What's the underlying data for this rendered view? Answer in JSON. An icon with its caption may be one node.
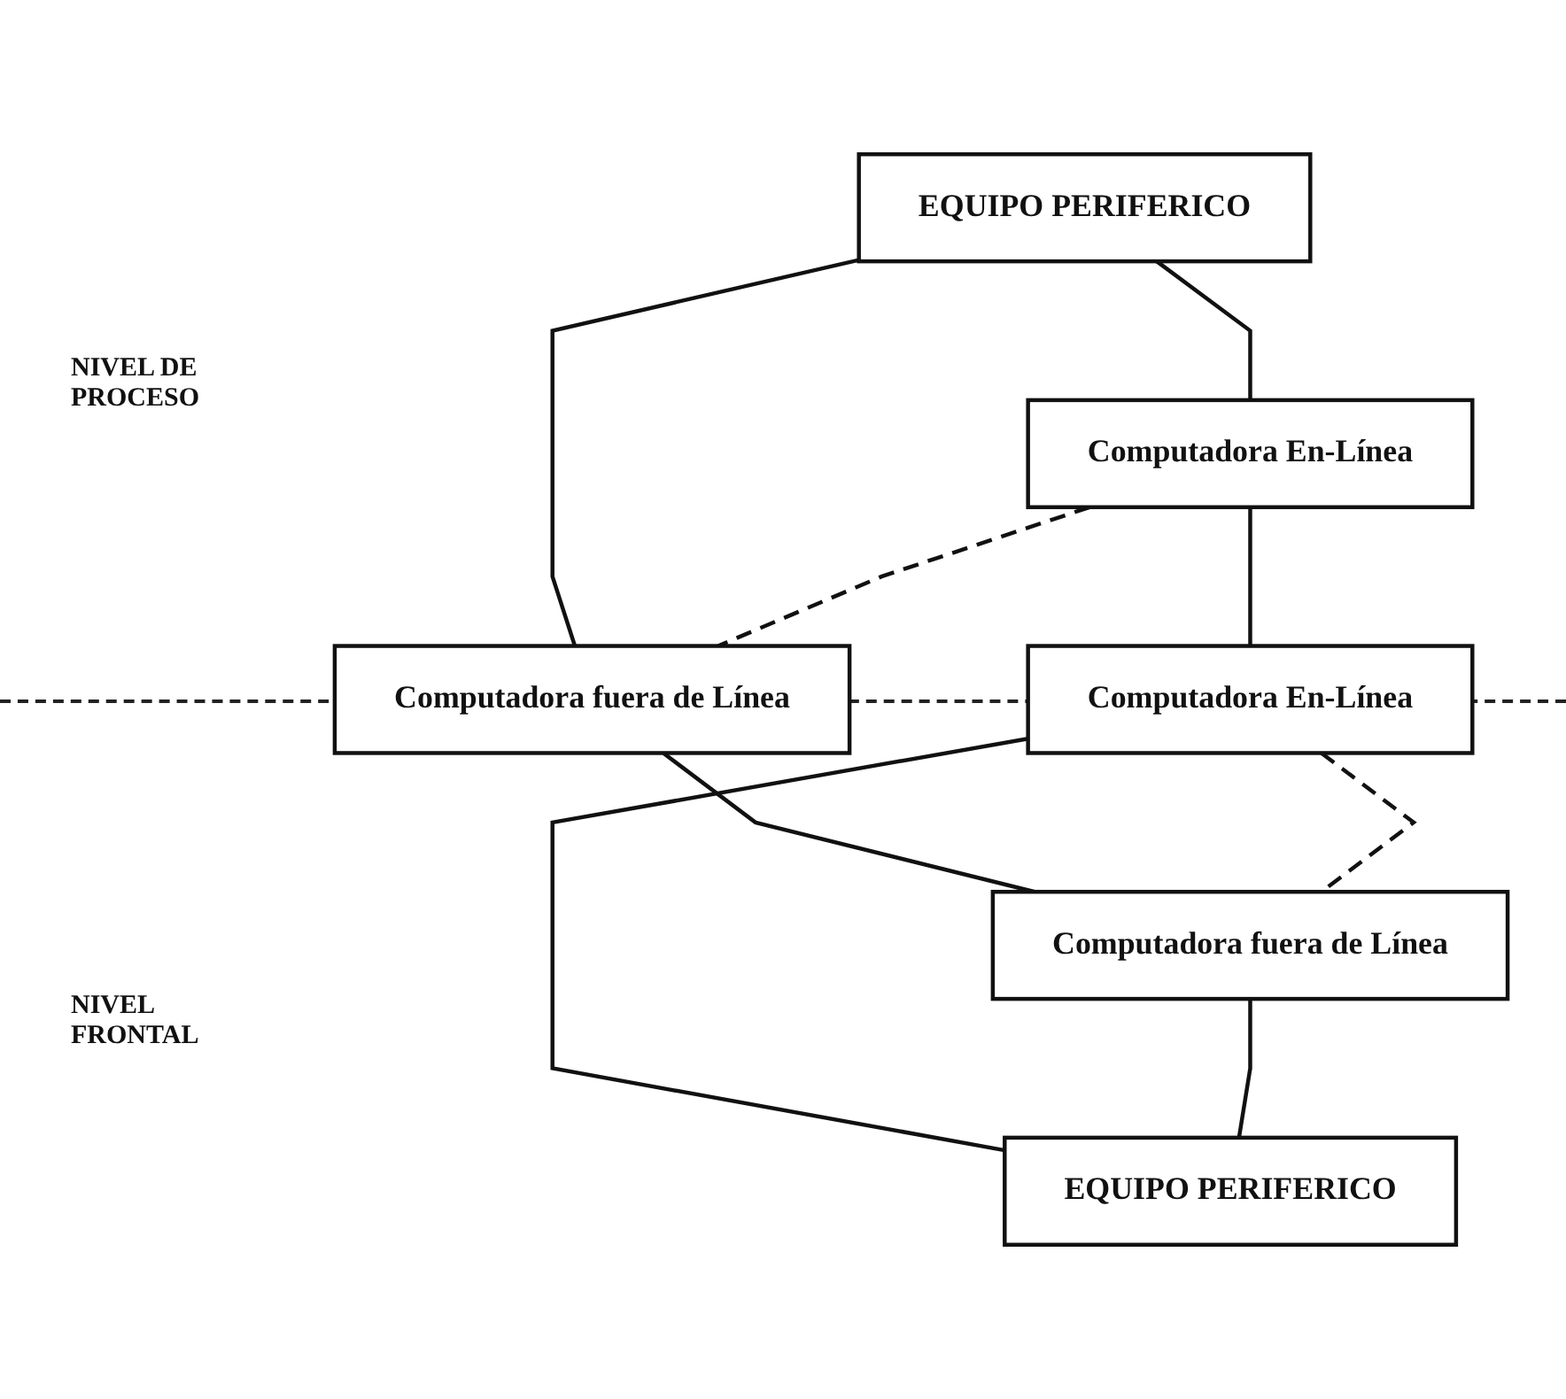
{
  "diagram": {
    "nodes": [
      {
        "text": [
          "EQUIPO PERIFERICO"
        ]
      },
      {
        "text": [
          "Computadora En-Línea"
        ]
      },
      {
        "text": [
          "Computadora fuera de Línea"
        ]
      },
      {
        "text": [
          "Computadora En-Línea"
        ]
      },
      {
        "text": [
          "Computadora fuera de Línea"
        ]
      },
      {
        "text": [
          "EQUIPO PERIFERICO"
        ]
      }
    ],
    "edges": [
      {
        "from": 0,
        "to": 1,
        "arrow": "none"
      },
      {
        "from": 0,
        "to": 2,
        "arrow": "none"
      },
      {
        "from": 1,
        "to": 2,
        "arrow": "none",
        "style": "dashed"
      },
      {
        "from": 1,
        "to": 3,
        "arrow": "none"
      },
      {
        "from": 2,
        "to": 4,
        "arrow": "none"
      },
      {
        "from": 3,
        "to": 4,
        "arrow": "none",
        "style": "dashed"
      },
      {
        "from": 3,
        "to": 5,
        "arrow": "none"
      },
      {
        "from": 4,
        "to": 5,
        "arrow": "none"
      }
    ],
    "labels": [
      "NIVEL DE PROCESO",
      "NIVEL FRONTAL"
    ]
  }
}
